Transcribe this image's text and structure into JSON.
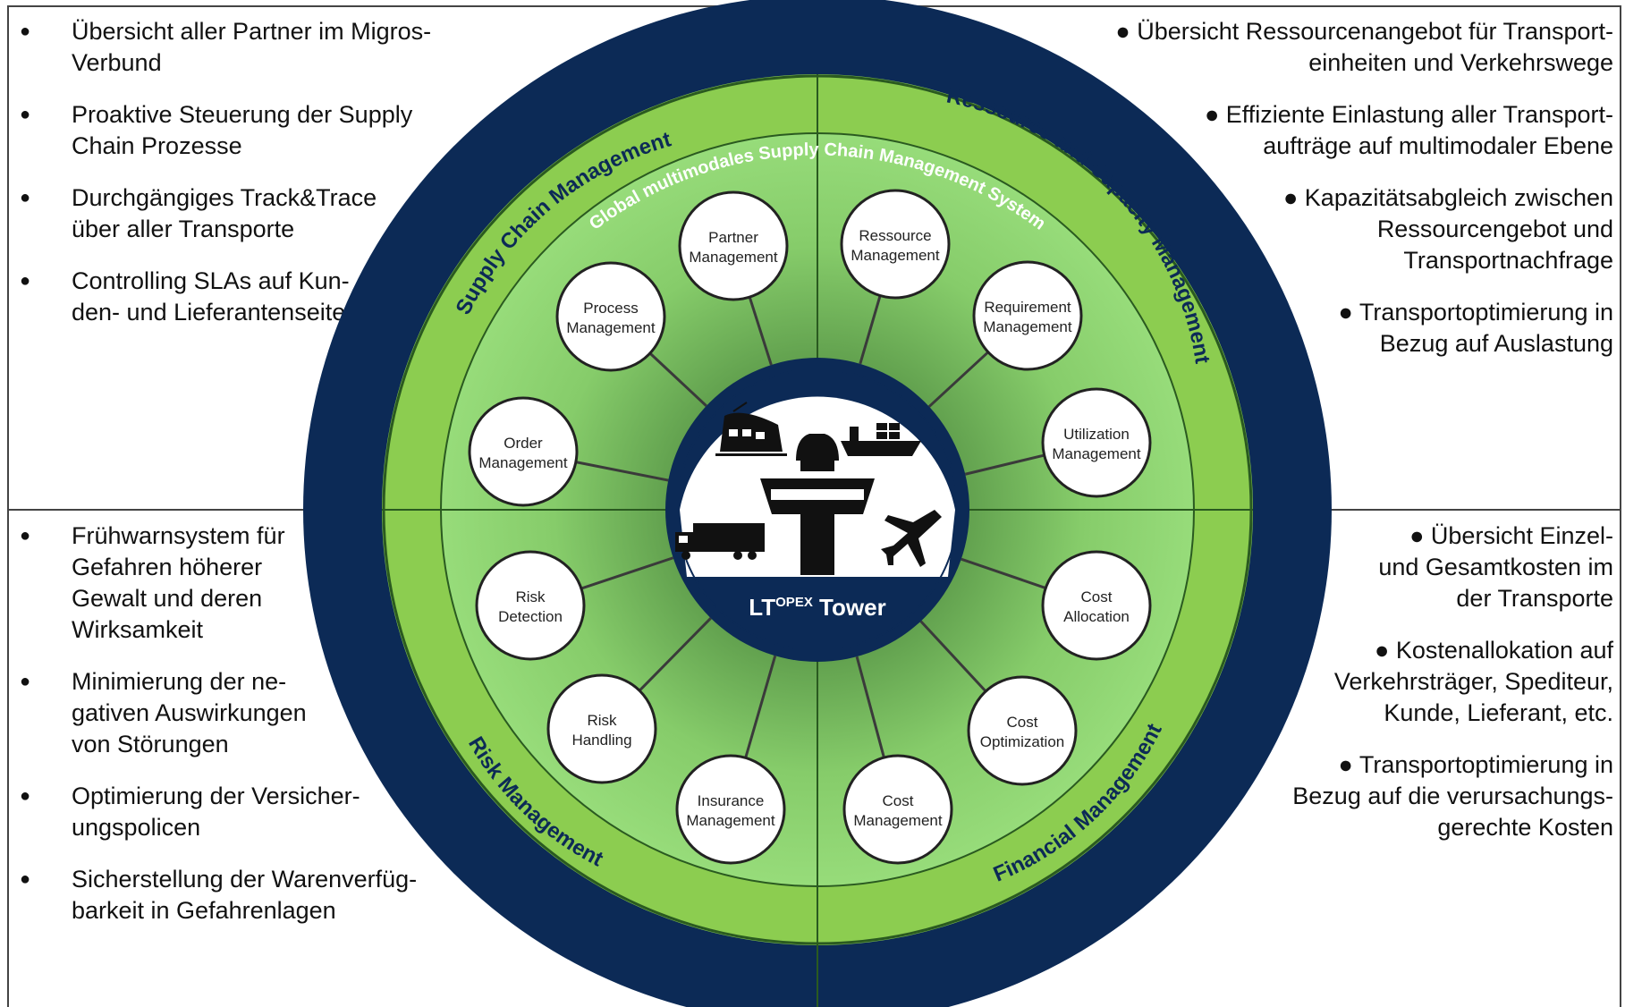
{
  "top_left": [
    [
      "Übersicht aller Partner im Migros-Verbund"
    ],
    [
      "Proaktive Steuerung der Supply",
      "Chain Prozesse"
    ],
    [
      "Durchgängiges Track&Trace",
      "über aller Transporte"
    ],
    [
      "Controlling SLAs auf Kun-",
      "den- und Lieferantenseite"
    ]
  ],
  "top_right": [
    [
      "● Übersicht Ressourcenangebot für Transport-",
      "einheiten und Verkehrswege"
    ],
    [
      "● Effiziente Einlastung aller Transport-",
      "aufträge auf multimodaler Ebene"
    ],
    [
      "● Kapazitätsabgleich zwischen",
      "Ressourcengebot und",
      "Transportnachfrage"
    ],
    [
      "● Transportoptimierung in",
      "Bezug auf Auslastung"
    ]
  ],
  "bottom_left": [
    [
      "Frühwarnsystem für",
      "Gefahren höherer",
      "Gewalt und deren",
      "Wirksamkeit"
    ],
    [
      "Minimierung der ne-",
      "gativen Auswirkungen",
      "von Störungen"
    ],
    [
      "Optimierung der Versicher-",
      "ungspolicen"
    ],
    [
      "Sicherstellung der Warenverfüg-",
      "barkeit in Gefahrenlagen"
    ]
  ],
  "bottom_right": [
    [
      "● Übersicht Einzel-",
      "und Gesamtkosten im",
      "der Transporte"
    ],
    [
      "● Kostenallokation auf",
      "Verkehrsträger, Spediteur,",
      "Kunde, Lieferant, etc."
    ],
    [
      "● Transportoptimierung in",
      "Bezug auf die verursachungs-",
      "gerechte Kosten"
    ]
  ],
  "wheel": {
    "outer_ring_text": "Global multimodales Supply Chain Management System",
    "sectors": [
      "Supply Chain Management",
      "Ressource and Capacity Management",
      "Financial Management",
      "Risk Management"
    ],
    "center_label_main": "LT",
    "center_label_sup": "OPEX",
    "center_label_tail": " Tower",
    "nodes": [
      [
        "Partner",
        "Management"
      ],
      [
        "Process",
        "Management"
      ],
      [
        "Order",
        "Management"
      ],
      [
        "Ressource",
        "Management"
      ],
      [
        "Requirement",
        "Management"
      ],
      [
        "Utilization",
        "Management"
      ],
      [
        "Cost",
        "Allocation"
      ],
      [
        "Cost",
        "Optimization"
      ],
      [
        "Cost",
        "Management"
      ],
      [
        "Risk",
        "Detection"
      ],
      [
        "Risk",
        "Handling"
      ],
      [
        "Insurance",
        "Management"
      ]
    ],
    "icons": [
      "train-icon",
      "ship-icon",
      "control-tower-icon",
      "truck-icon",
      "airplane-icon"
    ]
  },
  "colors": {
    "navy": "#0c2a56",
    "light_green": "#8ccd50",
    "inner_green": "#8fd96f",
    "line": "#3a3a3a"
  }
}
